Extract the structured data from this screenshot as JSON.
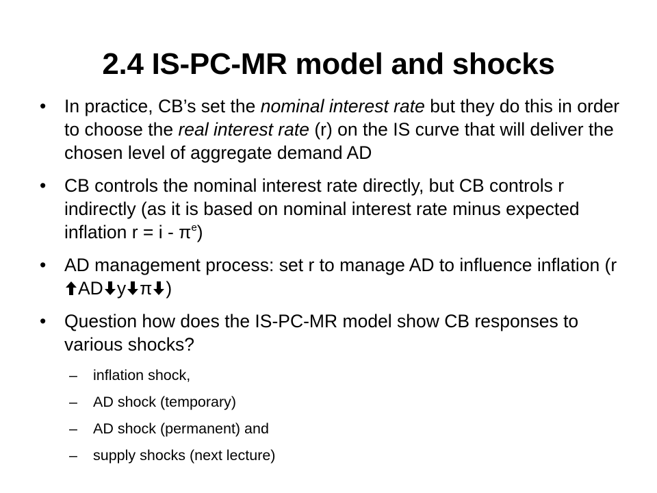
{
  "slide": {
    "title": "2.4 IS-PC-MR model and shocks",
    "bullet_marker": "•",
    "dash_marker": "–",
    "bullets": [
      {
        "part1": "In practice, CB’s set the ",
        "italic1": "nominal interest rate",
        "part2": " but they do this in order to choose the ",
        "italic2": "real interest rate",
        "part3": " (r) on the IS curve that will deliver the chosen level of aggregate demand AD"
      },
      {
        "text": "CB controls the nominal interest rate directly, but CB controls r indirectly (as it is based on nominal interest rate minus expected inflation r = i - π",
        "sup": "e",
        "tail": ")"
      },
      {
        "part1": "AD management process: set r to manage AD to influence inflation (r",
        "seg_ad": "AD",
        "seg_y": "y",
        "seg_pi": "π",
        "close": ")",
        "arrows": [
          "arrow-up-icon",
          "arrow-down-icon",
          "arrow-down-icon",
          "arrow-down-icon"
        ]
      },
      {
        "text": "Question how does the IS-PC-MR model show CB responses to various shocks?"
      }
    ],
    "subbullets": [
      "inflation shock,",
      "AD shock (temporary)",
      "AD shock (permanent) and",
      "supply shocks (next lecture)"
    ]
  }
}
